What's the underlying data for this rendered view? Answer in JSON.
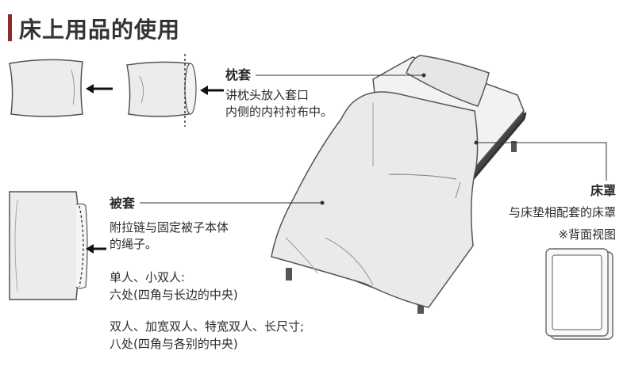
{
  "title": "床上用品的使用",
  "accent_color": "#8b2a2f",
  "pillowcase": {
    "heading": "枕套",
    "line1": "讲枕头放入套口",
    "line2": "内侧的内衬衬布中。"
  },
  "duvet_cover": {
    "heading": "被套",
    "line1": "附拉链与固定被子本体",
    "line2": "的绳子。",
    "single_line1": "单人、小双人:",
    "single_line2": "六处(四角与长边的中央)",
    "double_line1": "双人、加宽双人、特宽双人、长尺寸;",
    "double_line2": "八处(四角与各别的中央)"
  },
  "fitted_sheet": {
    "heading": "床罩",
    "line1": "与床垫相配套的床罩",
    "back_view": "※背面视图"
  }
}
